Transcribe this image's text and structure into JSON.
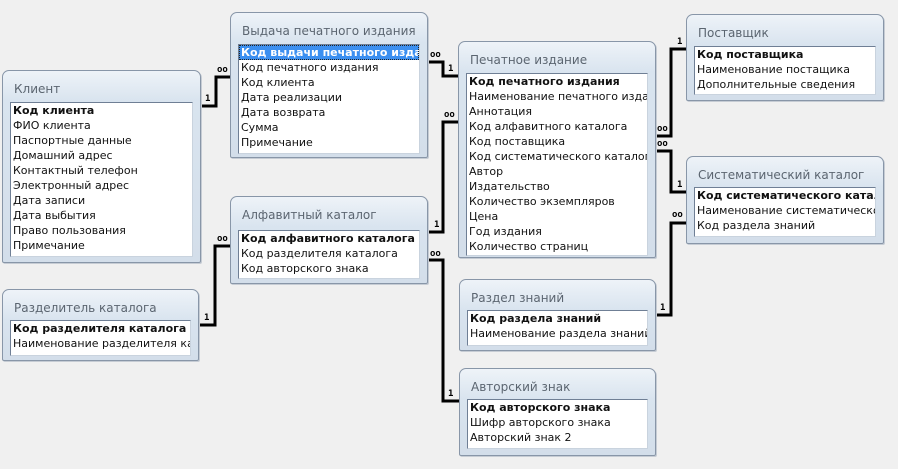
{
  "markers": {
    "one": "1",
    "many": "oo"
  },
  "tables": {
    "klient": {
      "title": "Клиент",
      "fields": [
        "Код клиента",
        "ФИО клиента",
        "Паспортные данные",
        "Домашний адрес",
        "Контактный телефон",
        "Электронный адрес",
        "Дата записи",
        "Дата выбытия",
        "Право пользования",
        "Примечание"
      ]
    },
    "vydacha": {
      "title": "Выдача печатного издания",
      "selected_field": "Код выдачи печатного издания",
      "fields": [
        "Код выдачи печатного издания",
        "Код печатного издания",
        "Код клиента",
        "Дата реализации",
        "Дата возврата",
        "Сумма",
        "Примечание"
      ]
    },
    "alfa": {
      "title": "Алфавитный каталог",
      "fields": [
        "Код алфавитного каталога",
        "Код разделителя каталога",
        "Код авторского знака"
      ]
    },
    "razdelitel": {
      "title": "Разделитель каталога",
      "fields": [
        "Код разделителя каталога",
        "Наименование разделителя каталога"
      ]
    },
    "pechat": {
      "title": "Печатное издание",
      "fields": [
        "Код печатного издания",
        "Наименование печатного издания",
        "Аннотация",
        "Код алфавитного каталога",
        "Код поставщика",
        "Код систематического каталога",
        "Автор",
        "Издательство",
        "Количество экземпляров",
        "Цена",
        "Год издания",
        "Количество страниц"
      ]
    },
    "postav": {
      "title": "Поставщик",
      "fields": [
        "Код поставщика",
        "Наименование постащика",
        "Дополнительные сведения"
      ]
    },
    "sistem": {
      "title": "Систематический каталог",
      "fields": [
        "Код систематического каталога",
        "Наименование систематического каталога",
        "Код раздела знаний"
      ]
    },
    "razdel": {
      "title": "Раздел знаний",
      "fields": [
        "Код раздела знаний",
        "Наименование раздела знаний"
      ]
    },
    "avtor": {
      "title": "Авторский знак",
      "fields": [
        "Код авторского знака",
        "Шифр авторского знака",
        "Авторский знак 2"
      ]
    }
  },
  "colors": {
    "selection": "#3b8ff0",
    "relationship_line": "#000000",
    "header": "#d9e4ef"
  }
}
